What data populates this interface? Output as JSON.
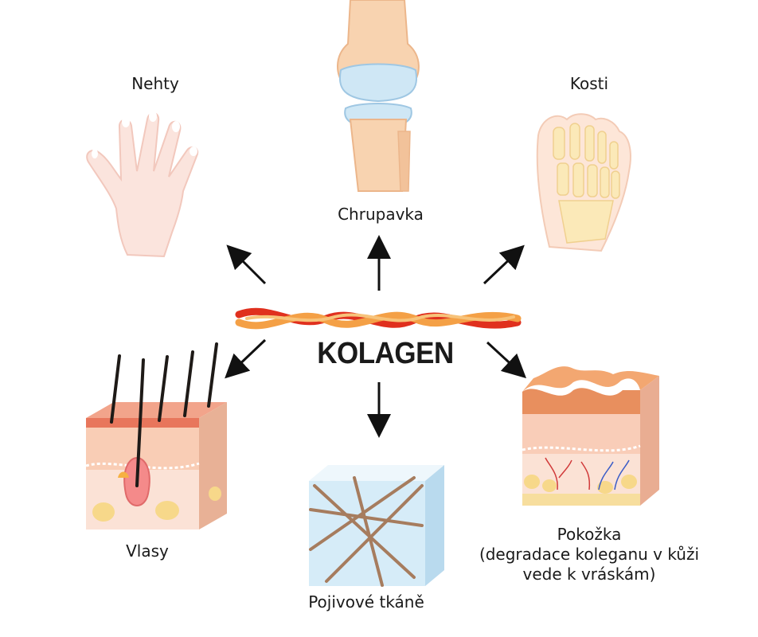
{
  "diagram": {
    "center": {
      "label": "KOLAGEN"
    },
    "nodes": {
      "nails": {
        "label": "Nehty",
        "icon": "hand-icon"
      },
      "cartilage": {
        "label": "Chrupavka",
        "icon": "knee-joint-icon"
      },
      "bones": {
        "label": "Kosti",
        "icon": "foot-bones-icon"
      },
      "hair": {
        "label": "Vlasy",
        "icon": "hair-follicle-icon"
      },
      "connective": {
        "label": "Pojivové tkáně",
        "icon": "connective-tissue-cube-icon"
      },
      "skin": {
        "label_line1": "Pokožka",
        "label_line2": "(degradace koleganu v kůži",
        "label_line3": "vede k vráskám)",
        "icon": "skin-layers-icon"
      }
    },
    "colors": {
      "skin_peach": "#f7cbb4",
      "fiber_red": "#e0301e",
      "fiber_orange": "#f4a046",
      "bone_cream": "#fbe9b8",
      "cartilage_blue": "#cfe7f5",
      "arrow": "#111111"
    }
  }
}
